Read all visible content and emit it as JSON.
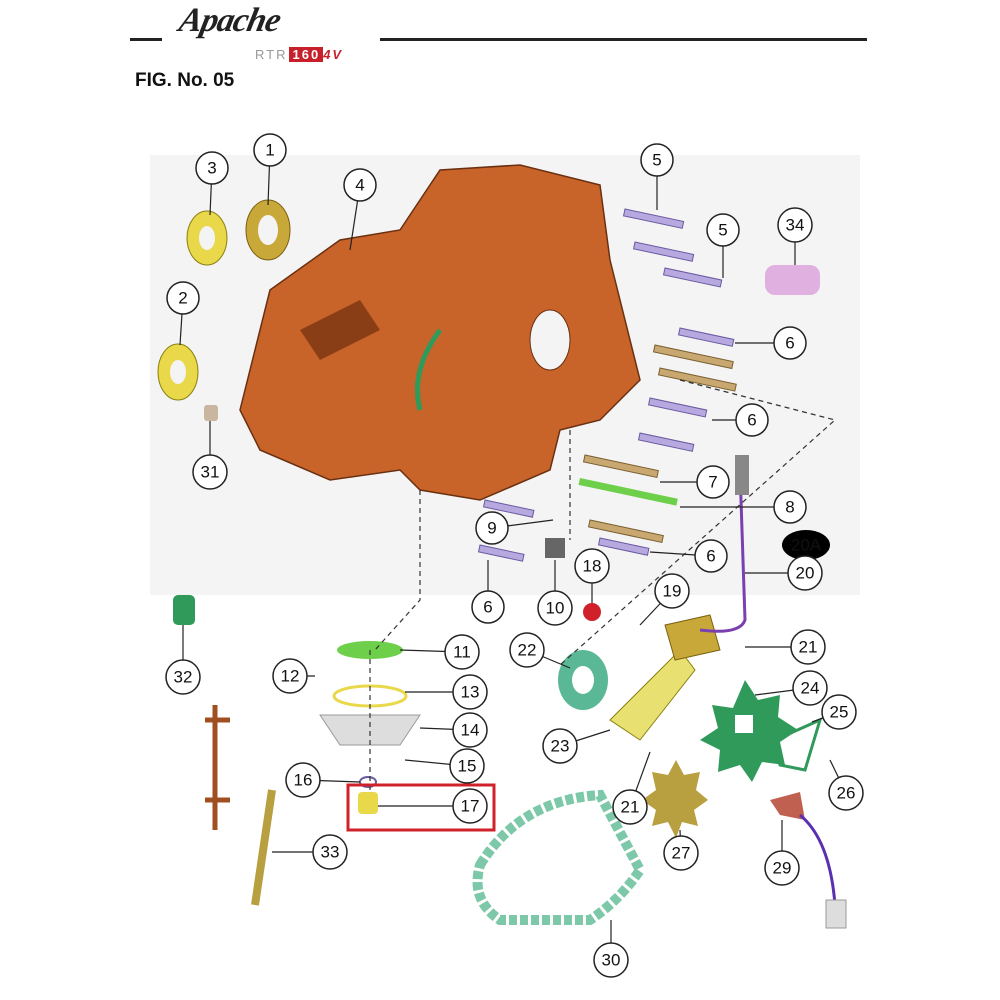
{
  "header": {
    "brand": "Apache",
    "model_prefix": "RTR",
    "model_number": "160",
    "model_suffix": "4V",
    "figure_title": "FIG. No. 05"
  },
  "callouts": [
    "1",
    "3",
    "4",
    "2",
    "5",
    "5",
    "34",
    "6",
    "6",
    "7",
    "8",
    "9",
    "20A",
    "20",
    "6",
    "6",
    "10",
    "18",
    "19",
    "22",
    "11",
    "21",
    "12",
    "13",
    "24",
    "14",
    "25",
    "23",
    "15",
    "16",
    "17",
    "21",
    "26",
    "33",
    "27",
    "29",
    "32",
    "31",
    "30"
  ],
  "highlighted_part": "17",
  "colors": {
    "crankcase": "#c8642a",
    "bearing": "#e8d84a",
    "bolt": "#b8a8e0",
    "chain": "#7cc8a8",
    "sprocket": "#2f9a5a",
    "highlight": "#d0202a"
  }
}
